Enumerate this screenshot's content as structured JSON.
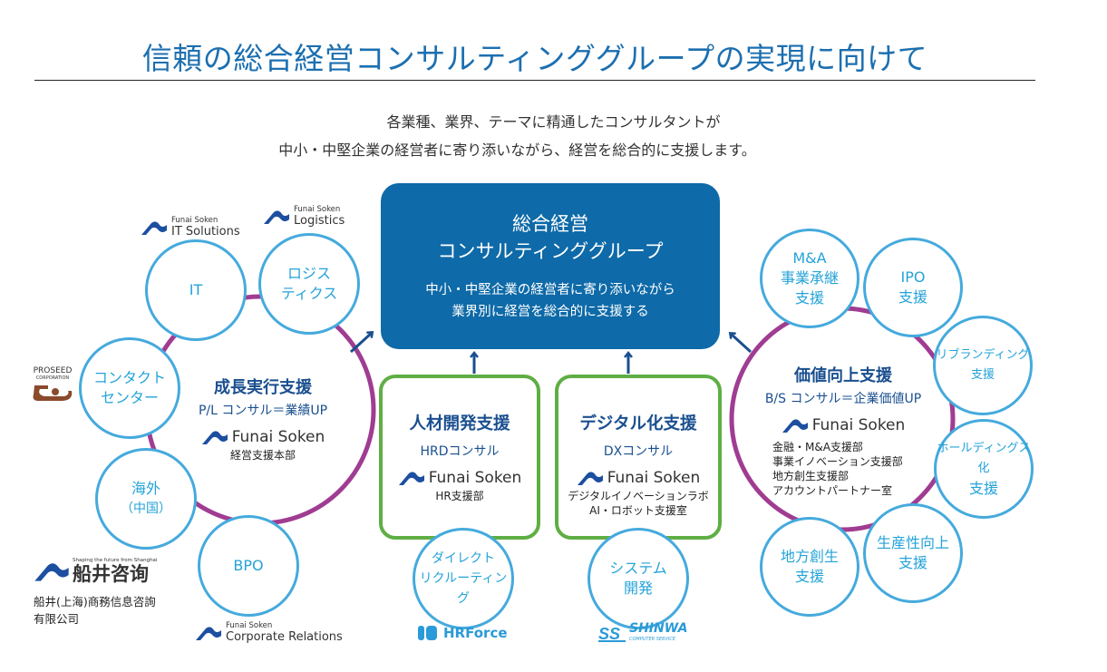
{
  "page_title": "信頼の総合経営コンサルティンググループの実現に向けて",
  "intro": [
    "各業種、業界、テーマに精通したコンサルタントが",
    "中小・中堅企業の経営者に寄り添いながら、経営を総合的に支援します。"
  ],
  "colors": {
    "title_blue": "#1c6fb0",
    "core_box": "#0e6aa8",
    "ring_purple": "#a03c92",
    "bubble_border": "#45aadd",
    "bubble_text": "#24a3d8",
    "green_border": "#5fae44",
    "arrow_navy": "#1a4f8f"
  },
  "core": {
    "title_line1": "総合経営",
    "title_line2": "コンサルティンググループ",
    "sub_line1": "中小・中堅企業の経営者に寄り添いながら",
    "sub_line2": "業界別に経営を総合的に支援する"
  },
  "left_ring": {
    "title": "成長実行支援",
    "subtitle": "P/L コンサル＝業績UP",
    "logo": "Funai Soken",
    "dept": "経営支援本部",
    "bubbles": [
      {
        "lines": [
          "IT"
        ],
        "logo_top": "Funai Soken",
        "logo_main": "IT Solutions"
      },
      {
        "lines": [
          "ロジス",
          "ティクス"
        ],
        "logo_top": "Funai Soken",
        "logo_main": "Logistics"
      },
      {
        "lines": [
          "コンタクト",
          "センター"
        ],
        "logo_top": "PROSEED",
        "logo_main": "CORPORATION"
      },
      {
        "lines": [
          "海外",
          "（中国）"
        ],
        "logo_tagline": "Shaping the future from Shanghai",
        "logo_main": "船井咨询",
        "caption": [
          "船井(上海)商務信息咨詢",
          "有限公司"
        ]
      },
      {
        "lines": [
          "BPO"
        ],
        "logo_top": "Funai Soken",
        "logo_main": "Corporate Relations"
      }
    ]
  },
  "center_boxes": [
    {
      "title": "人材開発支援",
      "subtitle": "HRDコンサル",
      "logo": "Funai Soken",
      "depts": [
        "HR支援部"
      ],
      "bubble": [
        "ダイレクト",
        "リクルーティング"
      ],
      "partner_logo": "HRForce"
    },
    {
      "title": "デジタル化支援",
      "subtitle": "DXコンサル",
      "logo": "Funai Soken",
      "depts": [
        "デジタルイノベーションラボ",
        "AI・ロボット支援室"
      ],
      "bubble": [
        "システム",
        "開発"
      ],
      "partner_logo": "SHINWA",
      "partner_logo_sub": "COMPUTER SERVICE"
    }
  ],
  "right_ring": {
    "title": "価値向上支援",
    "subtitle": "B/S コンサル＝企業価値UP",
    "logo": "Funai Soken",
    "depts": [
      "金融・M&A支援部",
      "事業イノベーション支援部",
      "地方創生支援部",
      "アカウントパートナー室"
    ],
    "bubbles": [
      {
        "lines": [
          "M&A",
          "事業承継",
          "支援"
        ]
      },
      {
        "lines": [
          "IPO",
          "支援"
        ]
      },
      {
        "lines": [
          "リブランディング",
          "支援"
        ]
      },
      {
        "lines": [
          "ホールディングス化",
          "支援"
        ]
      },
      {
        "lines": [
          "生産性向上",
          "支援"
        ]
      },
      {
        "lines": [
          "地方創生",
          "支援"
        ]
      }
    ]
  }
}
